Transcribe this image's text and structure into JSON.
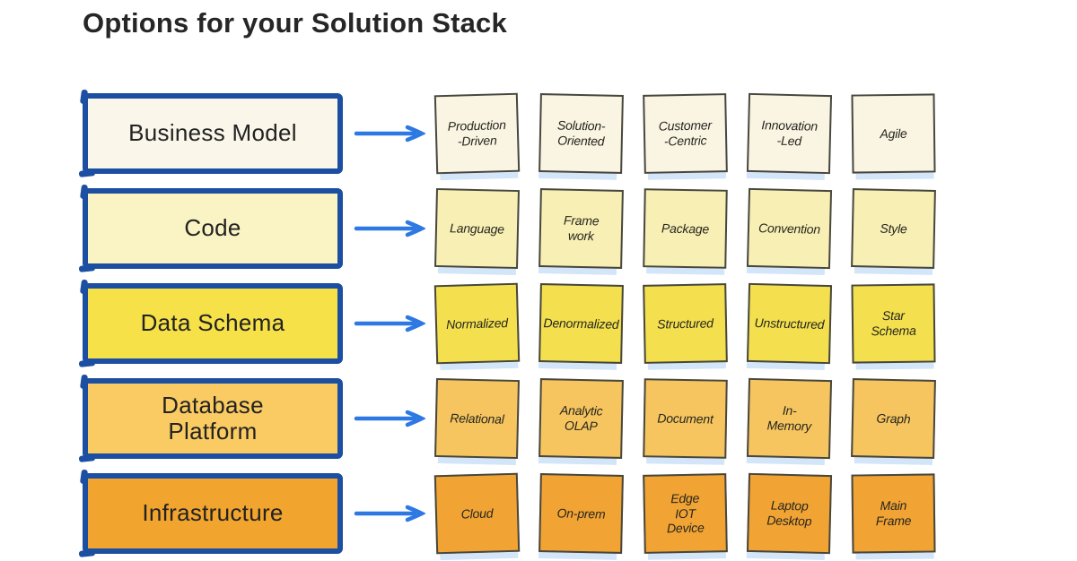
{
  "title": "Options for your Solution Stack",
  "colors": {
    "box_border_blue": "#1C4FA1",
    "arrow_blue": "#2E78E3",
    "note_border": "#47473F",
    "note_shadow_blue": "#D3E5F8",
    "title_text": "#262626"
  },
  "rows": [
    {
      "label": "Business Model",
      "label_bg": "#FAF7EA",
      "note_bg": "#FAF5E3",
      "options": [
        "Production\n-Driven",
        "Solution-\nOriented",
        "Customer\n-Centric",
        "Innovation\n-Led",
        "Agile"
      ]
    },
    {
      "label": "Code",
      "label_bg": "#FAF3C3",
      "note_bg": "#F8EFB4",
      "options": [
        "Language",
        "Frame\nwork",
        "Package",
        "Convention",
        "Style"
      ]
    },
    {
      "label": "Data Schema",
      "label_bg": "#F6E149",
      "note_bg": "#F4E04E",
      "options": [
        "Normalized",
        "Denormalized",
        "Structured",
        "Unstructured",
        "Star\nSchema"
      ]
    },
    {
      "label": "Database\nPlatform",
      "label_bg": "#FACB62",
      "note_bg": "#F6C55F",
      "options": [
        "Relational",
        "Analytic\nOLAP",
        "Document",
        "In-\nMemory",
        "Graph"
      ]
    },
    {
      "label": "Infrastructure",
      "label_bg": "#F2A52E",
      "note_bg": "#F1A334",
      "options": [
        "Cloud",
        "On-prem",
        "Edge\nIOT\nDevice",
        "Laptop\nDesktop",
        "Main\nFrame"
      ]
    }
  ]
}
